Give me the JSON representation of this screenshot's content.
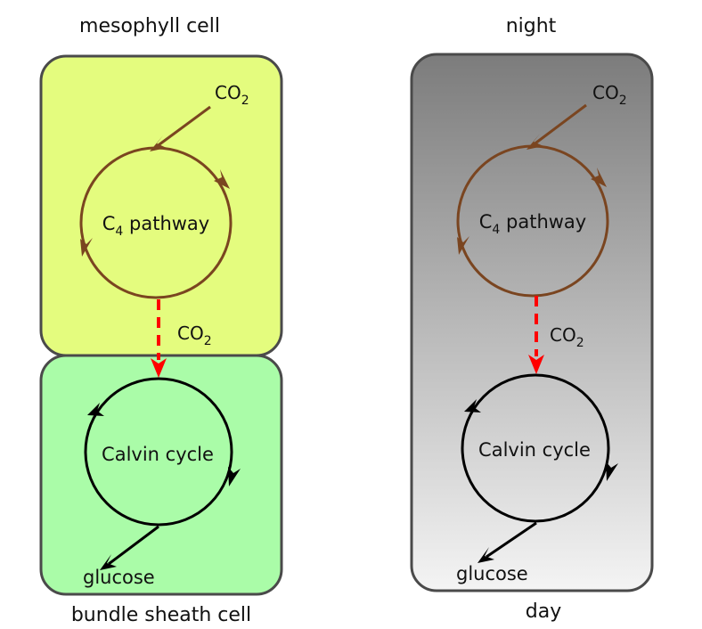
{
  "left": {
    "top_label": "mesophyll cell",
    "bottom_label": "bundle sheath cell",
    "co2_in": "CO",
    "co2_in_sub": "2",
    "c4_letter": "C",
    "c4_sub": "4",
    "c4_rest": " pathway",
    "co2_transfer": "CO",
    "co2_transfer_sub": "2",
    "calvin": "Calvin cycle",
    "glucose": "glucose"
  },
  "right": {
    "top_label": "night",
    "bottom_label": "day",
    "co2_in": "CO",
    "co2_in_sub": "2",
    "c4_letter": "C",
    "c4_sub": "4",
    "c4_rest": " pathway",
    "co2_transfer": "CO",
    "co2_transfer_sub": "2",
    "calvin": "Calvin cycle",
    "glucose": "glucose"
  },
  "colors": {
    "mesophyll_fill": "#e4fc7e",
    "bundle_sheath_fill": "#aafca8",
    "night_gradient_top": "#7c7c7c",
    "day_gradient_bottom": "#f4f4f4",
    "border": "#4a4a4a",
    "c4_cycle": "#7a4520",
    "calvin_cycle": "#000000",
    "co2_transfer_arrow": "#ff0000"
  }
}
